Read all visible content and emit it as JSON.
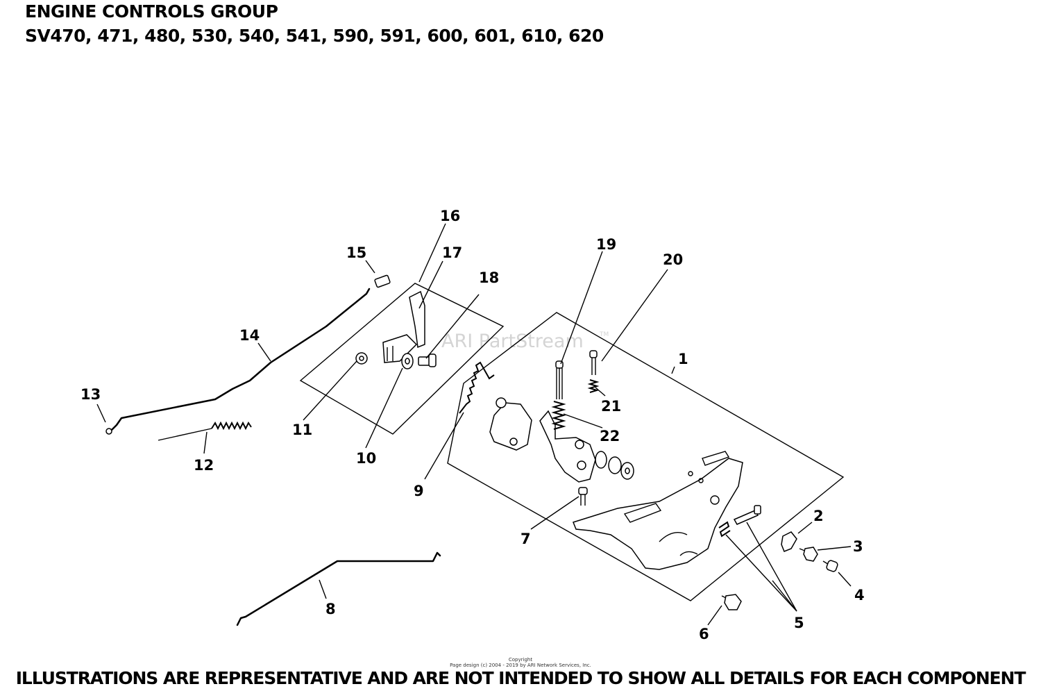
{
  "header": {
    "title": "ENGINE CONTROLS GROUP",
    "models": "SV470, 471, 480, 530, 540, 541, 590, 591, 600, 601, 610, 620"
  },
  "watermark": {
    "text": "ARI PartStream",
    "trademark": "TM"
  },
  "callouts": {
    "c1": "1",
    "c2": "2",
    "c3": "3",
    "c4": "4",
    "c5": "5",
    "c6": "6",
    "c7": "7",
    "c8": "8",
    "c9": "9",
    "c10": "10",
    "c11": "11",
    "c12": "12",
    "c13": "13",
    "c14": "14",
    "c15": "15",
    "c16": "16",
    "c17": "17",
    "c18": "18",
    "c19": "19",
    "c20": "20",
    "c21": "21",
    "c22": "22"
  },
  "footer": {
    "copyright_label": "Copyright",
    "copyright_text": "Page design (c) 2004 - 2019 by ARI Network Services, Inc.",
    "disclaimer": "ILLUSTRATIONS ARE REPRESENTATIVE AND ARE NOT INTENDED TO SHOW ALL DETAILS FOR EACH COMPONENT"
  }
}
